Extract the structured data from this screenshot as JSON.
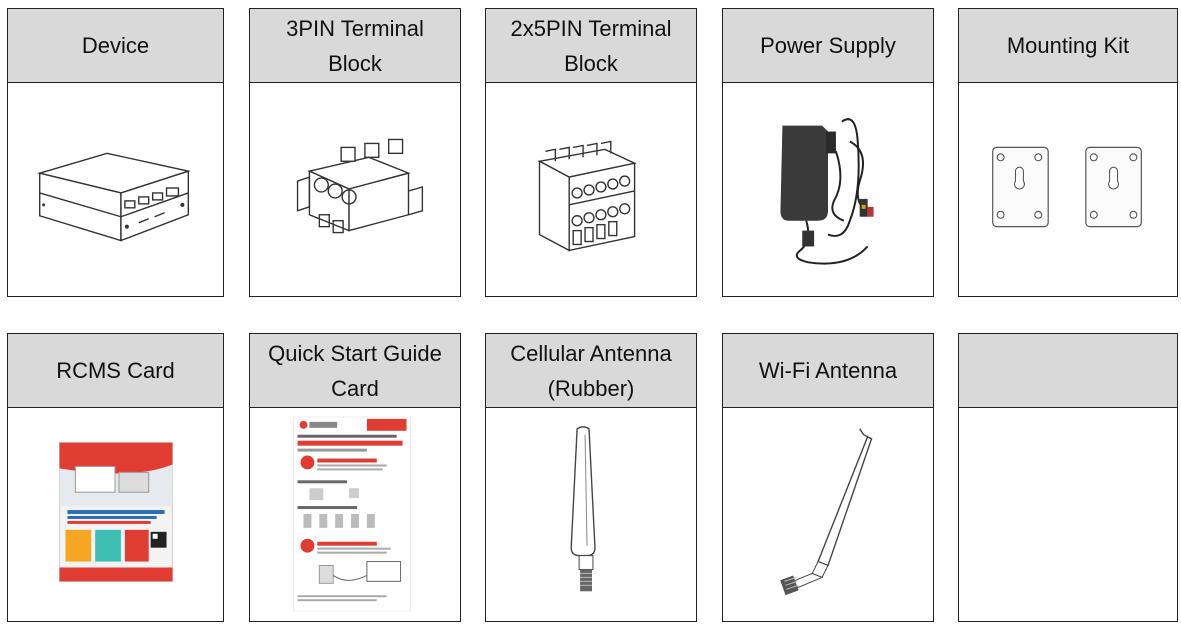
{
  "cards": [
    {
      "label": "Device",
      "icon": "router-device-icon"
    },
    {
      "label": "3PIN Terminal\nBlock",
      "icon": "terminal-block-3pin-icon"
    },
    {
      "label": "2x5PIN Terminal\nBlock",
      "icon": "terminal-block-2x5pin-icon"
    },
    {
      "label": "Power Supply",
      "icon": "power-adapter-icon"
    },
    {
      "label": "Mounting Kit",
      "icon": "mounting-bracket-icon"
    },
    {
      "label": "RCMS Card",
      "icon": "rcms-card-icon"
    },
    {
      "label": "Quick Start Guide\nCard",
      "icon": "quick-start-guide-icon"
    },
    {
      "label": "Cellular Antenna\n(Rubber)",
      "icon": "rubber-antenna-icon"
    },
    {
      "label": "Wi-Fi Antenna",
      "icon": "wifi-antenna-icon"
    },
    {
      "label": "",
      "icon": ""
    }
  ],
  "colors": {
    "header_bg": "#d9d9d9",
    "border": "#222222",
    "brand_red": "#e03c31"
  }
}
